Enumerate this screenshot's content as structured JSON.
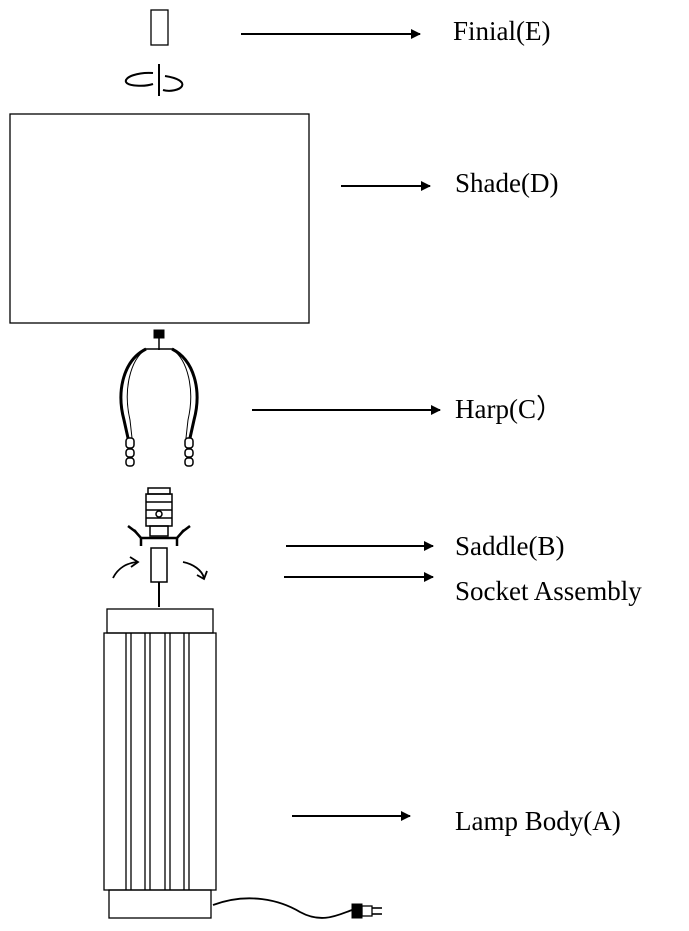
{
  "labels": {
    "finial": "Finial(E)",
    "shade": "Shade(D)",
    "harp": "Harp(C）",
    "saddle": "Saddle(B)",
    "socket": "Socket Assembly",
    "lamp_body": "Lamp Body(A)"
  },
  "colors": {
    "line": "#000000",
    "background": "#ffffff"
  }
}
